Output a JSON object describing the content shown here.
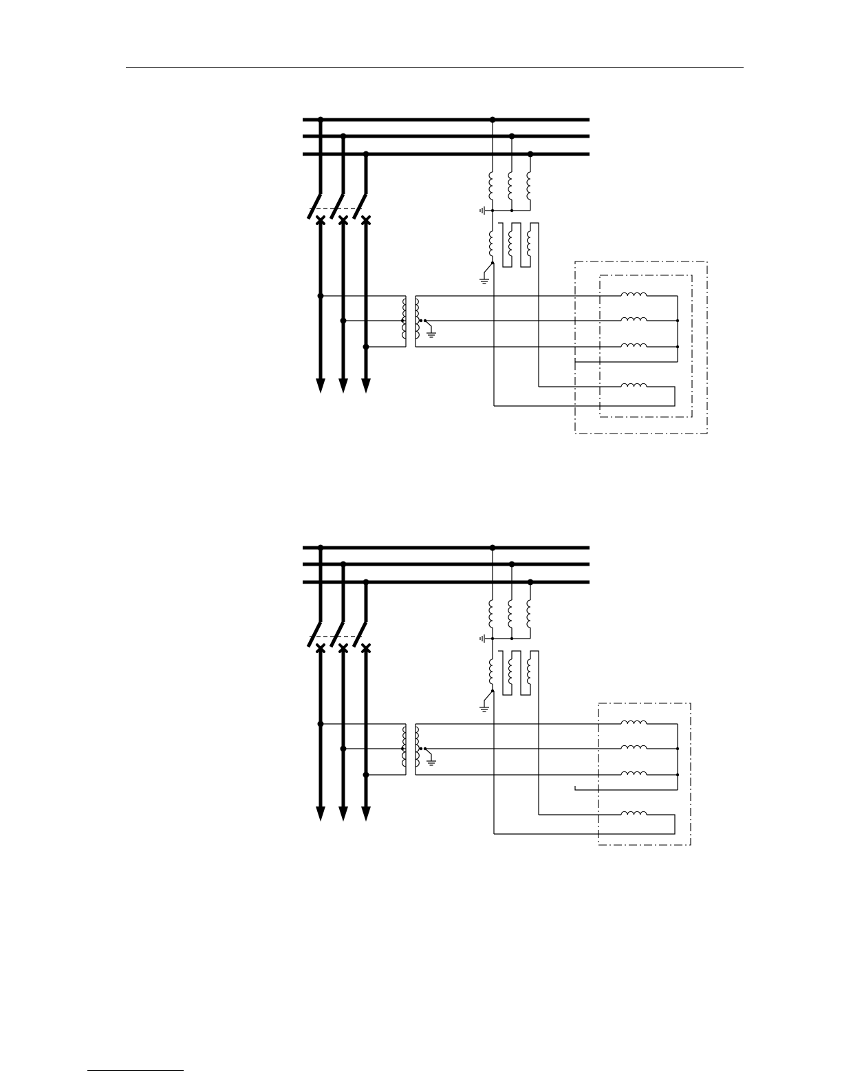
{
  "page": {
    "header_rule": true,
    "footer_rule": true
  },
  "diagrams": [
    {
      "id": "diagram-1",
      "busbars": 3,
      "feeder_phases": 3,
      "voltage_transformers": 3,
      "relay_coils": 4,
      "enclosures": "double",
      "colors": {
        "line": "#000000"
      }
    },
    {
      "id": "diagram-2",
      "busbars": 3,
      "feeder_phases": 3,
      "voltage_transformers": 3,
      "relay_coils": 4,
      "enclosures": "single",
      "colors": {
        "line": "#000000"
      }
    }
  ]
}
